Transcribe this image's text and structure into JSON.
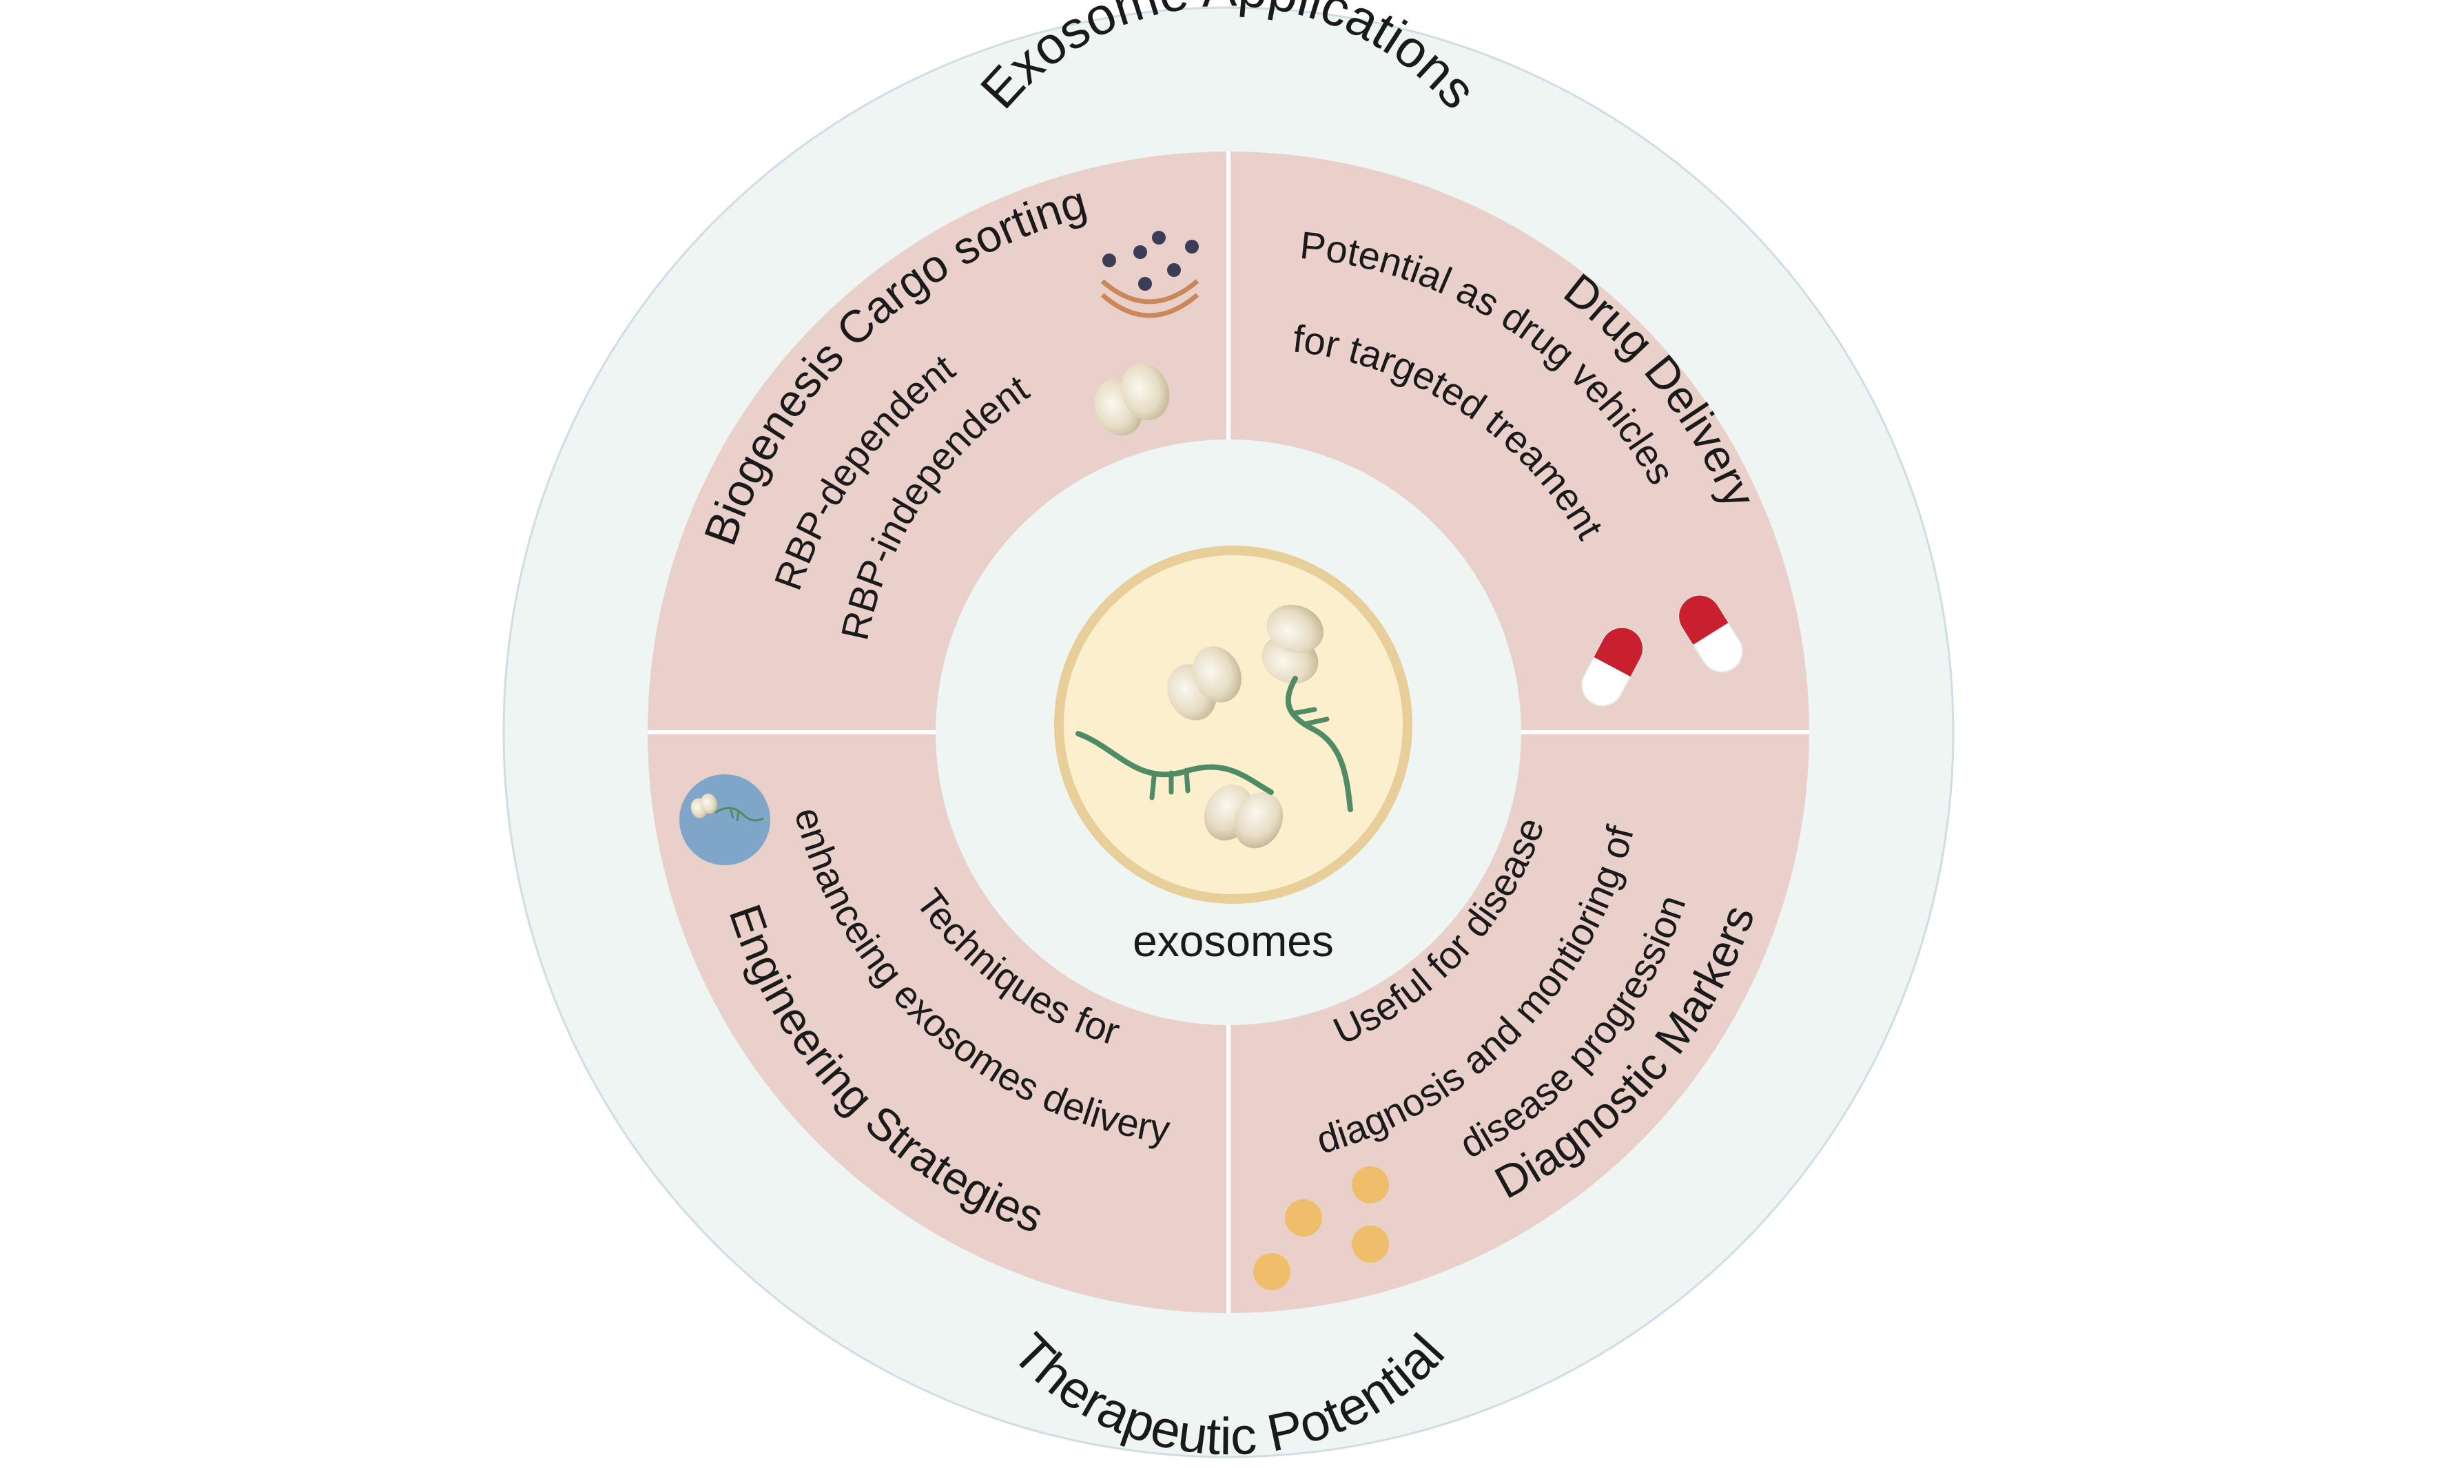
{
  "outer_ring": {
    "top_label": "Exosome Applications",
    "bottom_label": "Therapeutic Potential"
  },
  "center": {
    "label": "exosomes"
  },
  "quadrants": {
    "top_left": {
      "title": "Biogenesis Cargo sorting",
      "lines": [
        "RBP-dependent",
        "RBP-independent"
      ]
    },
    "top_right": {
      "title": "Drug Delivery",
      "lines": [
        "Potential as drug vehicles",
        "for targeted treament"
      ]
    },
    "bottom_left": {
      "title": "Engineering Strategies",
      "lines": [
        "enhanceing exosomes delivery",
        "Techniques for"
      ]
    },
    "bottom_right": {
      "title": "Diagnostic Markers",
      "lines": [
        "Useful for disease",
        "diagnosis and montioring of",
        "disease progression"
      ]
    }
  },
  "colors": {
    "outer_ring": "#eef5f2",
    "middle_ring": "#ead0ca",
    "inner_disk": "#eef5f2",
    "exosome_fill": "#fbefcd",
    "exosome_border": "#e8cf9a",
    "rna_strand": "#4f8c66",
    "pill_red": "#c8202f",
    "marker_dots": "#eebe6a",
    "cell_blue": "#7fa6c8",
    "vesicle_dots": "#3b3c55",
    "membrane": "#c9875a"
  },
  "icons": [
    "vesicle-budding-icon",
    "protein-cluster-icon",
    "capsule-pill-icon",
    "engineered-cell-icon",
    "biomarker-dots-icon",
    "exosome-icon"
  ]
}
